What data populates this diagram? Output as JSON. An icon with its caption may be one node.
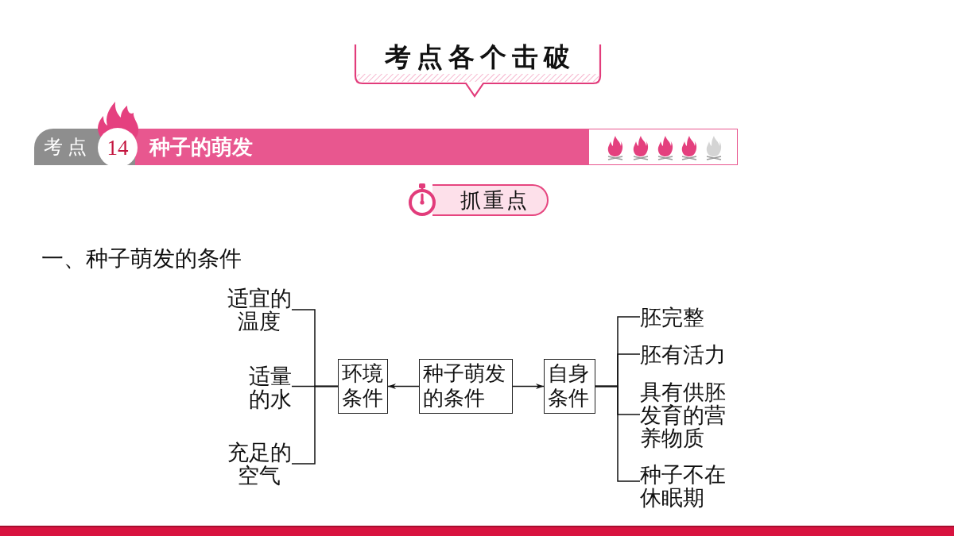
{
  "diagram": {
    "title": "考点各个击破",
    "nodes": [
      {
        "text": [
          "适宜的温度"
        ]
      },
      {
        "text": [
          "适量的水"
        ]
      },
      {
        "text": [
          "充足的空气"
        ]
      },
      {
        "text": [
          "环境条件"
        ]
      },
      {
        "text": [
          "种子萌发的条件"
        ]
      },
      {
        "text": [
          "自身条件"
        ]
      },
      {
        "text": [
          "胚完整"
        ]
      },
      {
        "text": [
          "胚有活力"
        ]
      },
      {
        "text": [
          "具有供胚发育的营养物质"
        ]
      },
      {
        "text": [
          "种子不在休眠期"
        ]
      }
    ],
    "edges": [
      {
        "from": 3,
        "to": 0,
        "arrow": "none"
      },
      {
        "from": 3,
        "to": 1,
        "arrow": "none"
      },
      {
        "from": 3,
        "to": 2,
        "arrow": "none"
      },
      {
        "from": 4,
        "to": 3,
        "arrow": "to"
      },
      {
        "from": 4,
        "to": 5,
        "arrow": "to"
      },
      {
        "from": 5,
        "to": 6,
        "arrow": "none"
      },
      {
        "from": 5,
        "to": 7,
        "arrow": "none"
      },
      {
        "from": 5,
        "to": 8,
        "arrow": "none"
      },
      {
        "from": 5,
        "to": 9,
        "arrow": "none"
      }
    ],
    "labels": [
      "考点",
      "14",
      "种子的萌发",
      "抓重点",
      "一、种子萌发的条件"
    ]
  }
}
